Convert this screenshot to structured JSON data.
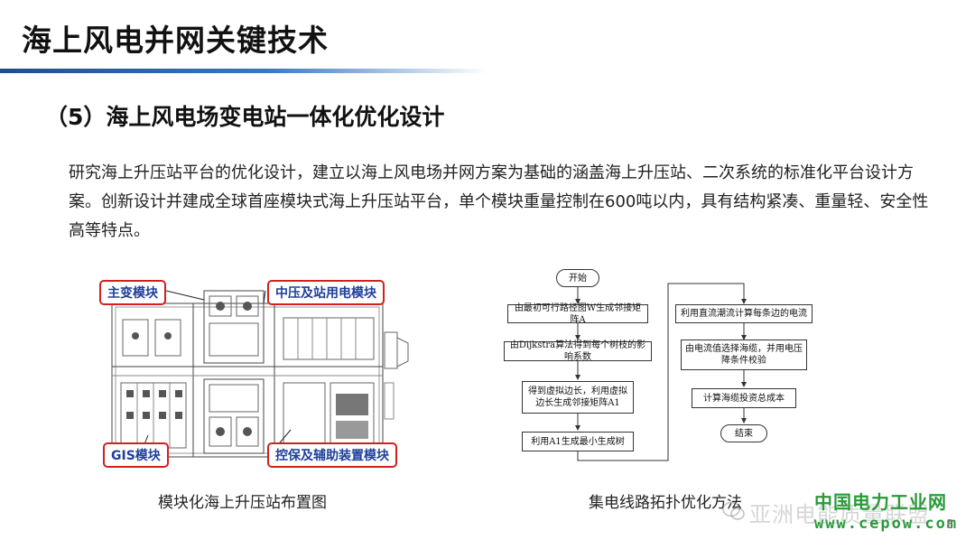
{
  "title": "海上风电并网关键技术",
  "subtitle": "（5）海上风电场变电站一体化优化设计",
  "body": "研究海上升压站平台的优化设计，建立以海上风电场并网方案为基础的涵盖海上升压站、二次系统的标准化平台设计方案。创新设计并建成全球首座模块式海上升压站平台，单个模块重量控制在600吨以内，具有结构紧凑、重量轻、安全性高等特点。",
  "layout_figure": {
    "labels": {
      "main_transformer": "主变模块",
      "mv_station": "中压及站用电模块",
      "gis": "GIS模块",
      "control": "控保及辅助装置模块"
    },
    "caption": "模块化海上升压站布置图"
  },
  "flowchart": {
    "start": "开始",
    "steps": [
      "由最初可行路径图W生成邻接矩阵A",
      "由Dijkstra算法得到每个树枝的影响系数",
      "得到虚拟边长，利用虚拟边长生成邻接矩阵A1",
      "利用A1生成最小生成树",
      "利用直流潮流计算每条边的电流",
      "由电流值选择海缆，并用电压降条件校验",
      "计算海缆投资总成本"
    ],
    "end": "结束",
    "caption": "集电线路拓扑优化方法"
  },
  "watermark": {
    "ghost": "亚洲电能质量联盟",
    "site_name": "中国电力工业网",
    "url": "www.cepow.com"
  },
  "page_number": "8",
  "colors": {
    "title_rule": "#1f4e8c",
    "tag_border": "#d02020",
    "tag_text": "#1e3f9a",
    "watermark_green": "#2a9a3a"
  }
}
